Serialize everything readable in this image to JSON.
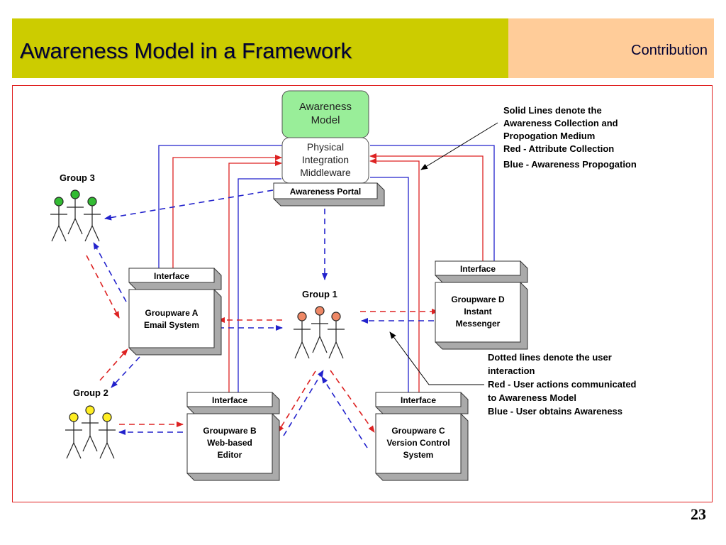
{
  "slide": {
    "title": "Awareness Model in a Framework",
    "section": "Contribution",
    "page_number": "23",
    "colors": {
      "title_bar": "#cccc00",
      "section_bar": "#ffcc99",
      "frame": "#e02020",
      "model_box": "#99ee99",
      "red_line": "#dd2222",
      "blue_line": "#2222cc",
      "group3_head": "#33bb33",
      "group1_head": "#ee8866",
      "group2_head": "#ffee22"
    }
  },
  "diagram": {
    "awareness_model": {
      "line1": "Awareness",
      "line2": "Model"
    },
    "middleware": {
      "line1": "Physical",
      "line2": "Integration",
      "line3": "Middleware"
    },
    "portal": {
      "label": "Awareness Portal"
    },
    "groupware_a": {
      "interface": "Interface",
      "line1": "Groupware A",
      "line2": "Email System"
    },
    "groupware_b": {
      "interface": "Interface",
      "line1": "Groupware B",
      "line2": "Web-based",
      "line3": "Editor"
    },
    "groupware_c": {
      "interface": "Interface",
      "line1": "Groupware C",
      "line2": "Version Control",
      "line3": "System"
    },
    "groupware_d": {
      "interface": "Interface",
      "line1": "Groupware D",
      "line2": "Instant",
      "line3": "Messenger"
    },
    "groups": {
      "g1": "Group 1",
      "g2": "Group 2",
      "g3": "Group 3"
    },
    "note_solid": {
      "line1": "Solid Lines denote the",
      "line2": "Awareness Collection and",
      "line3": "Propogation Medium",
      "line4": "Red - Attribute Collection",
      "line5": "Blue - Awareness Propogation"
    },
    "note_dotted": {
      "line1": "Dotted lines denote the user",
      "line2": "interaction",
      "line3": "Red - User actions communicated",
      "line4": "to Awareness Model",
      "line5": "Blue - User obtains Awareness"
    }
  }
}
